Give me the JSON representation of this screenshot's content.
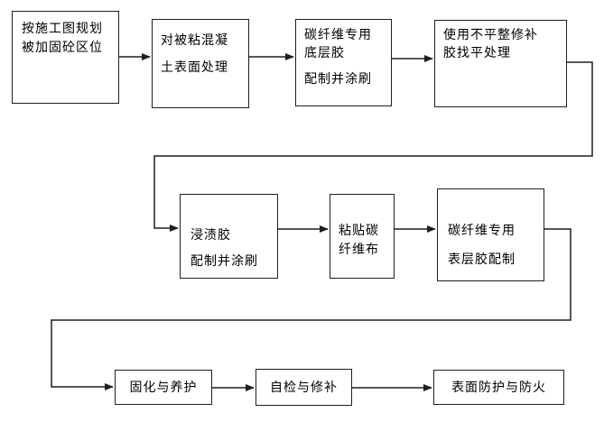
{
  "page": {
    "background": "#ffffff",
    "line_color": "#1f1f1f",
    "text_color": "#000000"
  },
  "diagram": {
    "type": "flowchart",
    "nodes": [
      {
        "id": "node-1",
        "lines": [
          "按施工图规划",
          "被加固砼区位"
        ]
      },
      {
        "id": "node-2",
        "lines": [
          "对被粘混凝",
          "土表面处理"
        ]
      },
      {
        "id": "node-3",
        "lines": [
          "碳纤维专用",
          "底层胶",
          "配制并涂刷"
        ]
      },
      {
        "id": "node-4",
        "lines": [
          "使用不平整修补",
          "胶找平处理"
        ]
      },
      {
        "id": "node-5",
        "lines": [
          "浸渍胶",
          "配制并涂刷"
        ]
      },
      {
        "id": "node-6",
        "lines": [
          "粘贴碳",
          "纤维布"
        ]
      },
      {
        "id": "node-7",
        "lines": [
          "碳纤维专用",
          "表层胶配制"
        ]
      },
      {
        "id": "node-8",
        "lines": [
          "固化与养护"
        ]
      },
      {
        "id": "node-9",
        "lines": [
          "自检与修补"
        ]
      },
      {
        "id": "node-10",
        "lines": [
          "表面防护与防火"
        ]
      }
    ],
    "edges": [
      {
        "from": "node-1",
        "to": "node-2"
      },
      {
        "from": "node-2",
        "to": "node-3"
      },
      {
        "from": "node-3",
        "to": "node-4"
      },
      {
        "from": "node-4",
        "to": "node-5"
      },
      {
        "from": "node-5",
        "to": "node-6"
      },
      {
        "from": "node-6",
        "to": "node-7"
      },
      {
        "from": "node-7",
        "to": "node-8"
      },
      {
        "from": "node-8",
        "to": "node-9"
      },
      {
        "from": "node-9",
        "to": "node-10"
      }
    ]
  }
}
